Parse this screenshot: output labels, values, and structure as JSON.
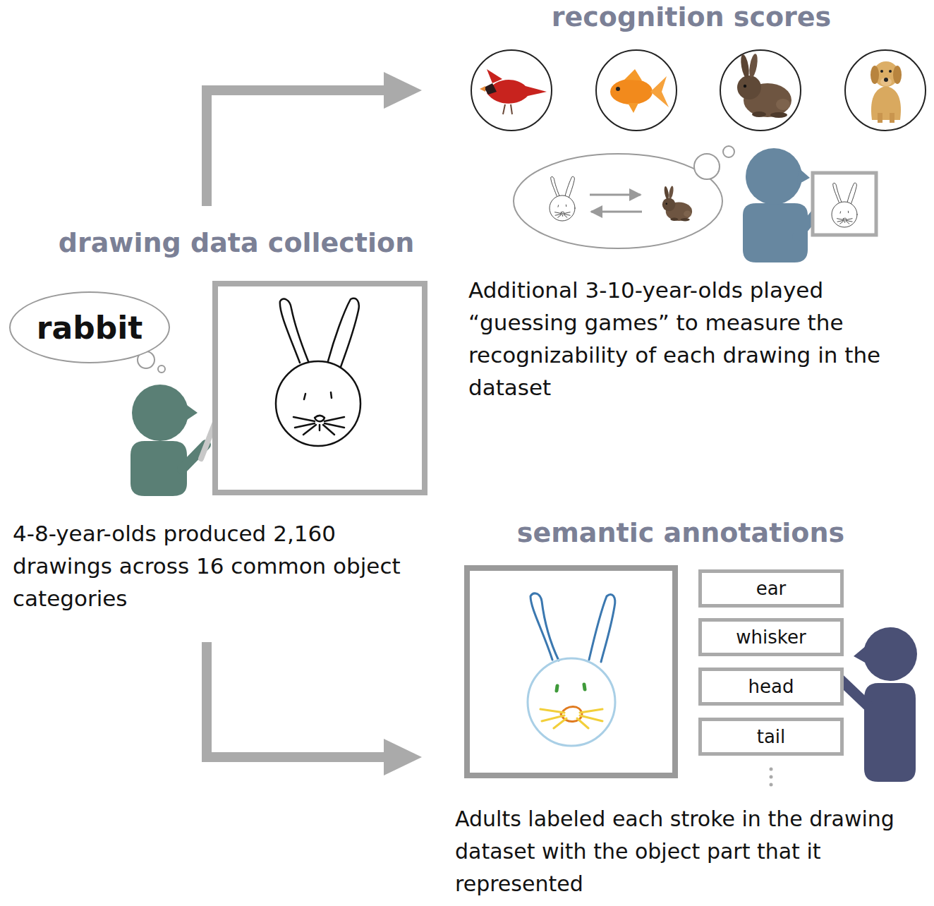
{
  "diagram": {
    "nodes": [
      {
        "text": [
          "rabbit"
        ]
      },
      {
        "text": [
          "ear"
        ]
      },
      {
        "text": [
          "whisker"
        ]
      },
      {
        "text": [
          "head"
        ]
      },
      {
        "text": [
          "tail"
        ]
      }
    ],
    "labels": [
      "recognition scores",
      "Additional 3-10-year-olds played “guessing games” to measure the recognizability of each drawing in the dataset",
      "drawing data collection",
      "4-8-year-olds produced 2,160 drawings across 16 common object categories",
      "semantic annotations",
      "Adults labeled each stroke in the drawing dataset with the object part that it represented"
    ]
  }
}
